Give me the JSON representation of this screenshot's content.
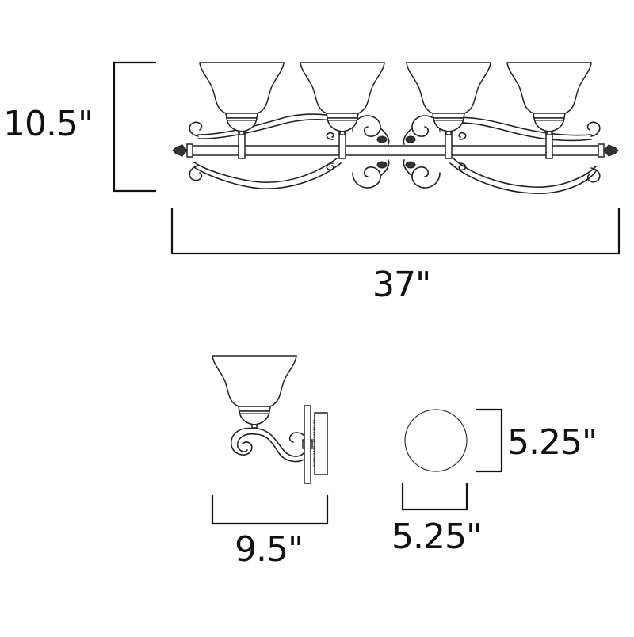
{
  "diagram": {
    "subject": "Four-light vanity fixture dimension drawing",
    "front_view": {
      "height_label": "10.5\"",
      "width_label": "37\"",
      "shade_count": 4
    },
    "side_view": {
      "depth_label": "9.5\""
    },
    "backplate_view": {
      "height_label": "5.25\"",
      "width_label": "5.25\""
    },
    "colors": {
      "line": "#222222",
      "background": "#ffffff"
    }
  }
}
